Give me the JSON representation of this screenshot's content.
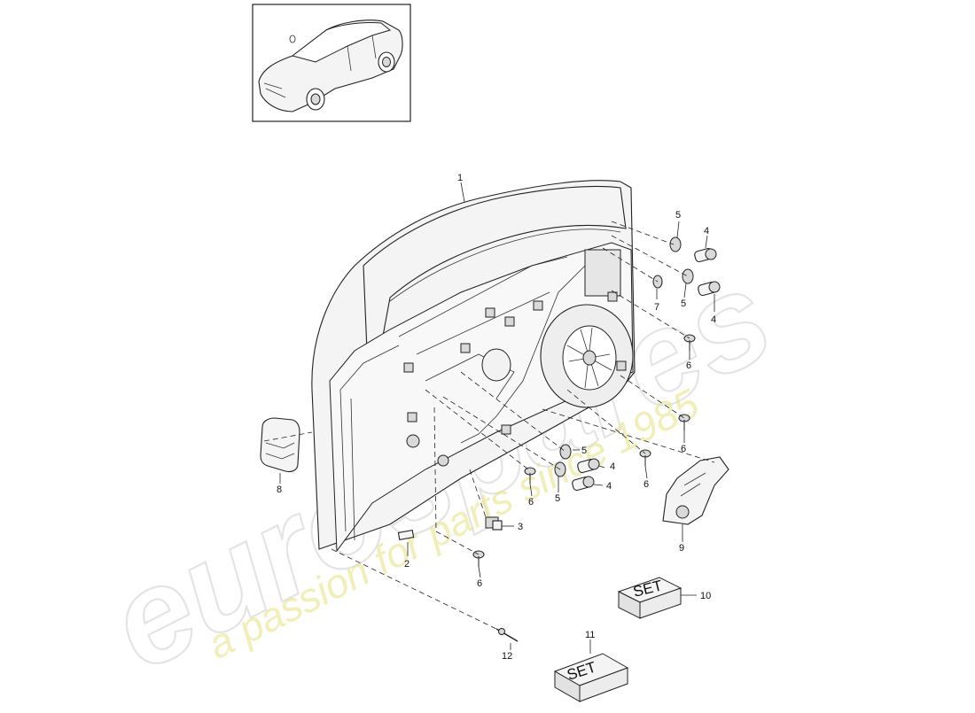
{
  "watermark": {
    "brand": "eurospares",
    "tagline": "a passion for parts since 1985"
  },
  "callouts": {
    "c1": "1",
    "c2": "2",
    "c3": "3",
    "c4a": "4",
    "c4b": "4",
    "c4c": "4",
    "c4d": "4",
    "c5a": "5",
    "c5b": "5",
    "c5c": "5",
    "c5d": "5",
    "c6a": "6",
    "c6b": "6",
    "c6c": "6",
    "c6d": "6",
    "c6e": "6",
    "c7": "7",
    "c8": "8",
    "c9": "9",
    "c10": "10",
    "c11": "11",
    "c12": "12"
  },
  "kits": {
    "set_a": "SET",
    "set_b": "SET"
  },
  "colors": {
    "line": "#222222",
    "watermark_grey": "#cfcfcf",
    "watermark_yellow": "#e8e48a"
  }
}
